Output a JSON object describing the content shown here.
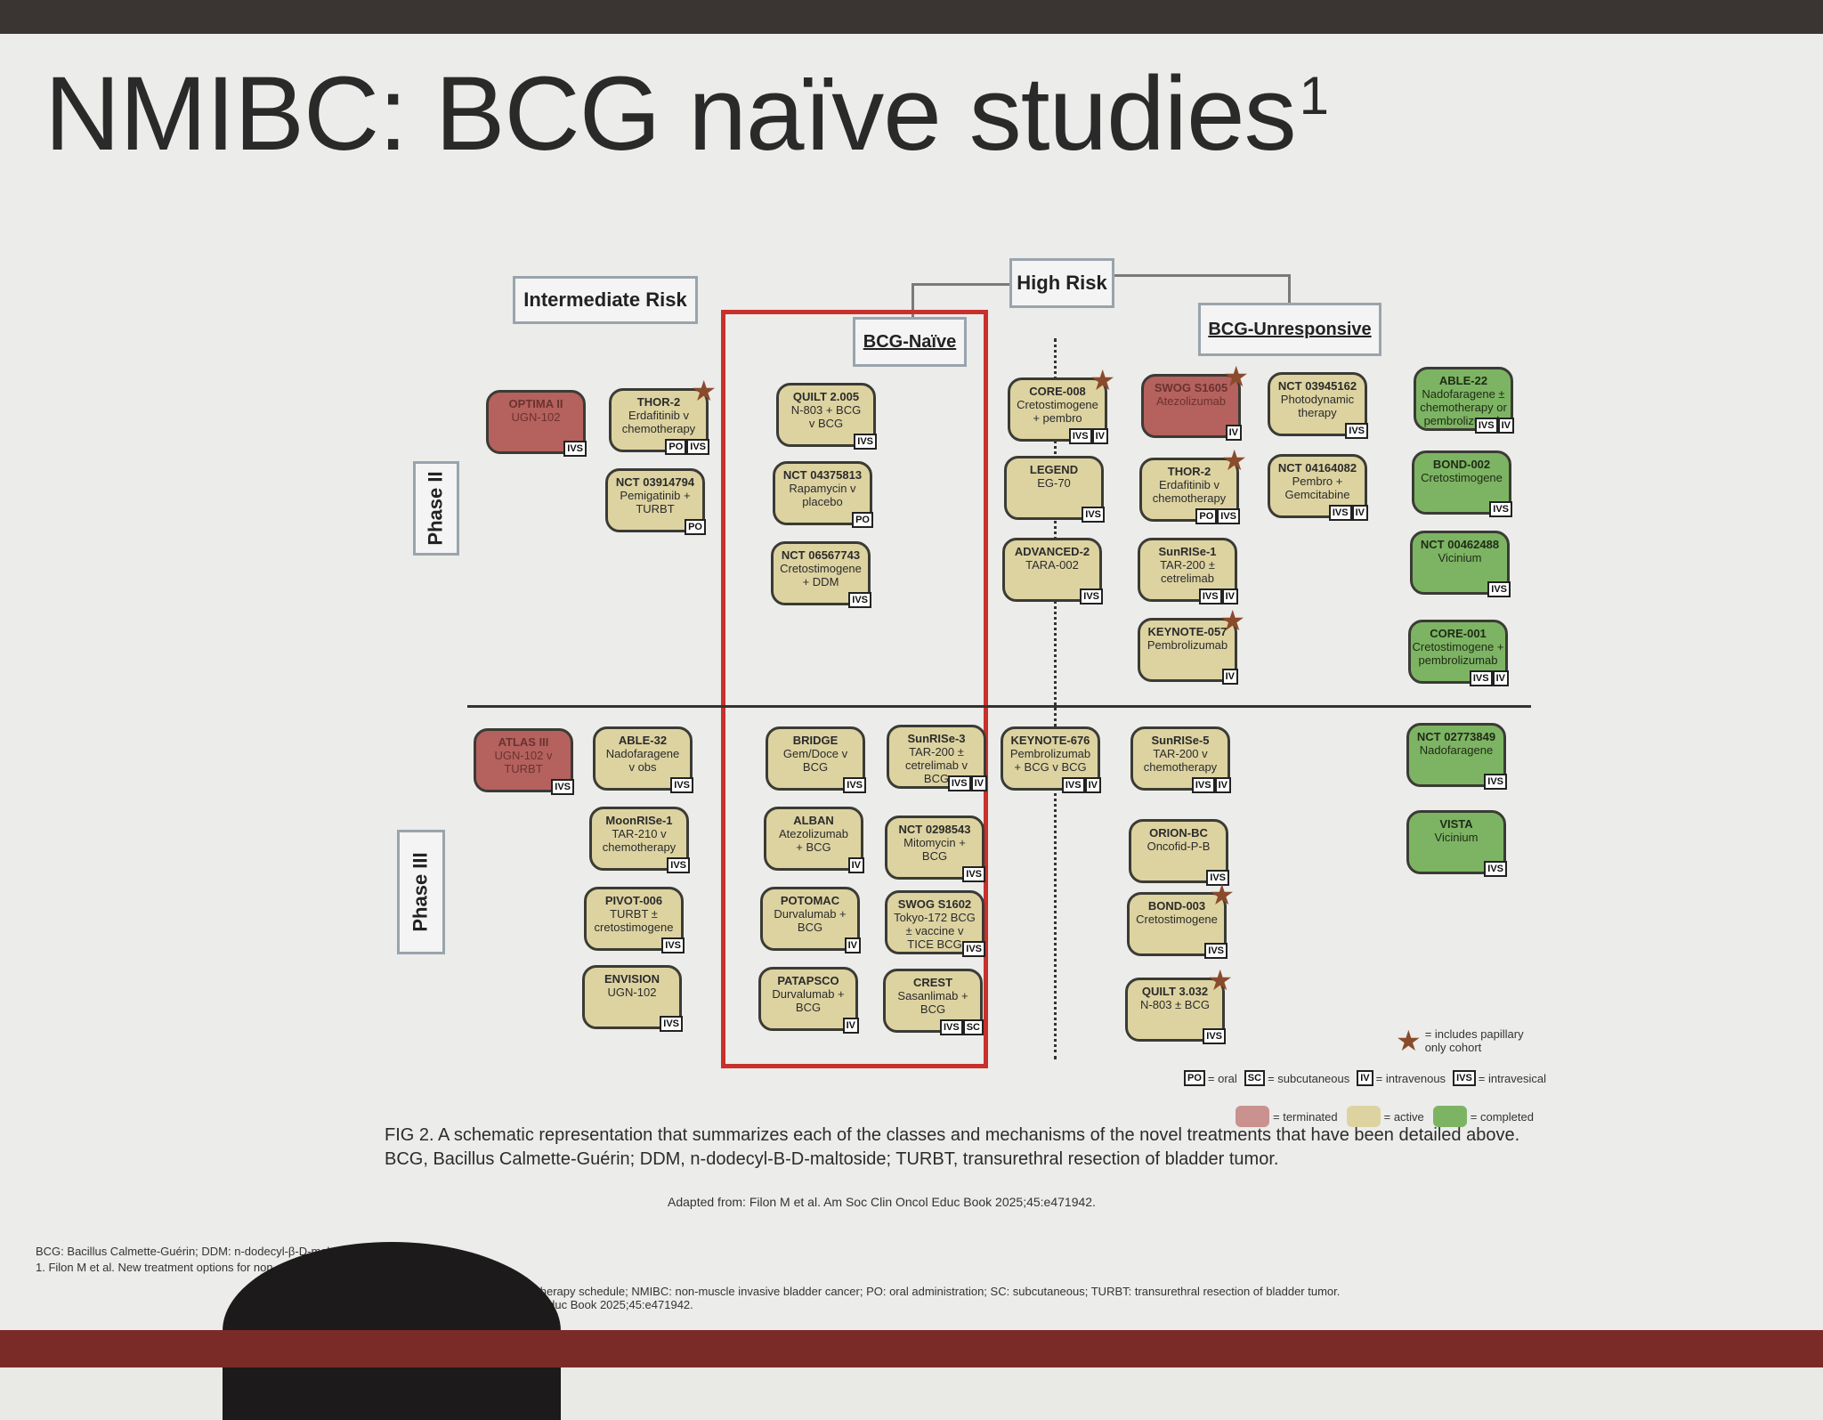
{
  "title": "NMIBC: BCG naïve studies",
  "title_ref": "1",
  "headers": {
    "intermediate": "Intermediate Risk",
    "high": "High Risk",
    "bcg_naive": "BCG-Naïve",
    "bcg_unresponsive": "BCG-Unresponsive",
    "phase2": "Phase II",
    "phase3": "Phase III"
  },
  "colors": {
    "terminated": "#b5615e",
    "active": "#ddd3a1",
    "completed": "#7db463",
    "frame": "#c8302b"
  },
  "boxes": [
    {
      "name": "OPTIMA II",
      "desc": "UGN-102",
      "status": "terminated",
      "tags": [
        "IVS"
      ],
      "star": false
    },
    {
      "name": "THOR-2",
      "desc": "Erdafitinib v\nchemotherapy",
      "status": "active",
      "tags": [
        "PO",
        "IVS"
      ],
      "star": true
    },
    {
      "name": "NCT 03914794",
      "desc": "Pemigatinib +\nTURBT",
      "status": "active",
      "tags": [
        "PO"
      ],
      "star": false
    },
    {
      "name": "QUILT 2.005",
      "desc": "N-803 + BCG\nv BCG",
      "status": "active",
      "tags": [
        "IVS"
      ],
      "star": false
    },
    {
      "name": "NCT 04375813",
      "desc": "Rapamycin v\nplacebo",
      "status": "active",
      "tags": [
        "PO"
      ],
      "star": false
    },
    {
      "name": "NCT 06567743",
      "desc": "Cretostimogene\n+ DDM",
      "status": "active",
      "tags": [
        "IVS"
      ],
      "star": false
    },
    {
      "name": "CORE-008",
      "desc": "Cretostimogene\n+ pembro",
      "status": "active",
      "tags": [
        "IVS",
        "IV"
      ],
      "star": true
    },
    {
      "name": "LEGEND",
      "desc": "EG-70",
      "status": "active",
      "tags": [
        "IVS"
      ],
      "star": false
    },
    {
      "name": "ADVANCED-2",
      "desc": "TARA-002",
      "status": "active",
      "tags": [
        "IVS"
      ],
      "star": false
    },
    {
      "name": "SWOG S1605",
      "desc": "Atezolizumab",
      "status": "terminated",
      "tags": [
        "IV"
      ],
      "star": true
    },
    {
      "name": "THOR-2",
      "desc": "Erdafitinib v\nchemotherapy",
      "status": "active",
      "tags": [
        "PO",
        "IVS"
      ],
      "star": true
    },
    {
      "name": "SunRISe-1",
      "desc": "TAR-200 ±\ncetrelimab",
      "status": "active",
      "tags": [
        "IVS",
        "IV"
      ],
      "star": false
    },
    {
      "name": "KEYNOTE-057",
      "desc": "Pembrolizumab",
      "status": "active",
      "tags": [
        "IV"
      ],
      "star": true
    },
    {
      "name": "NCT 03945162",
      "desc": "Photodynamic\ntherapy",
      "status": "active",
      "tags": [
        "IVS"
      ],
      "star": false
    },
    {
      "name": "NCT 04164082",
      "desc": "Pembro +\nGemcitabine",
      "status": "active",
      "tags": [
        "IVS",
        "IV"
      ],
      "star": false
    },
    {
      "name": "ABLE-22",
      "desc": "Nadofaragene ±\nchemotherapy or\npembrolizumab",
      "status": "completed",
      "tags": [
        "IVS",
        "IV"
      ],
      "star": false
    },
    {
      "name": "BOND-002",
      "desc": "Cretostimogene",
      "status": "completed",
      "tags": [
        "IVS"
      ],
      "star": false
    },
    {
      "name": "NCT 00462488",
      "desc": "Vicinium",
      "status": "completed",
      "tags": [
        "IVS"
      ],
      "star": false
    },
    {
      "name": "CORE-001",
      "desc": "Cretostimogene +\npembrolizumab",
      "status": "completed",
      "tags": [
        "IVS",
        "IV"
      ],
      "star": false
    },
    {
      "name": "ATLAS III",
      "desc": "UGN-102 v\nTURBT",
      "status": "terminated",
      "tags": [
        "IVS"
      ],
      "star": false
    },
    {
      "name": "ABLE-32",
      "desc": "Nadofaragene\nv obs",
      "status": "active",
      "tags": [
        "IVS"
      ],
      "star": false
    },
    {
      "name": "MoonRISe-1",
      "desc": "TAR-210 v\nchemotherapy",
      "status": "active",
      "tags": [
        "IVS"
      ],
      "star": false
    },
    {
      "name": "PIVOT-006",
      "desc": "TURBT ±\ncretostimogene",
      "status": "active",
      "tags": [
        "IVS"
      ],
      "star": false
    },
    {
      "name": "ENVISION",
      "desc": "UGN-102",
      "status": "active",
      "tags": [
        "IVS"
      ],
      "star": false
    },
    {
      "name": "BRIDGE",
      "desc": "Gem/Doce v\nBCG",
      "status": "active",
      "tags": [
        "IVS"
      ],
      "star": false
    },
    {
      "name": "ALBAN",
      "desc": "Atezolizumab\n+ BCG",
      "status": "active",
      "tags": [
        "IV"
      ],
      "star": false
    },
    {
      "name": "POTOMAC",
      "desc": "Durvalumab +\nBCG",
      "status": "active",
      "tags": [
        "IV"
      ],
      "star": false
    },
    {
      "name": "PATAPSCO",
      "desc": "Durvalumab +\nBCG",
      "status": "active",
      "tags": [
        "IV"
      ],
      "star": false
    },
    {
      "name": "SunRISe-3",
      "desc": "TAR-200 ±\ncetrelimab v\nBCG",
      "status": "active",
      "tags": [
        "IVS",
        "IV"
      ],
      "star": false
    },
    {
      "name": "NCT 0298543",
      "desc": "Mitomycin +\nBCG",
      "status": "active",
      "tags": [
        "IVS"
      ],
      "star": false
    },
    {
      "name": "SWOG S1602",
      "desc": "Tokyo-172 BCG\n± vaccine v\nTICE BCG",
      "status": "active",
      "tags": [
        "IVS"
      ],
      "star": false
    },
    {
      "name": "CREST",
      "desc": "Sasanlimab +\nBCG",
      "status": "active",
      "tags": [
        "IVS",
        "SC"
      ],
      "star": false
    },
    {
      "name": "KEYNOTE-676",
      "desc": "Pembrolizumab\n+ BCG v BCG",
      "status": "active",
      "tags": [
        "IVS",
        "IV"
      ],
      "star": false
    },
    {
      "name": "SunRISe-5",
      "desc": "TAR-200 v\nchemotherapy",
      "status": "active",
      "tags": [
        "IVS",
        "IV"
      ],
      "star": false
    },
    {
      "name": "ORION-BC",
      "desc": "Oncofid-P-B",
      "status": "active",
      "tags": [
        "IVS"
      ],
      "star": false
    },
    {
      "name": "BOND-003",
      "desc": "Cretostimogene",
      "status": "active",
      "tags": [
        "IVS"
      ],
      "star": true
    },
    {
      "name": "QUILT 3.032",
      "desc": "N-803 ± BCG",
      "status": "active",
      "tags": [
        "IVS"
      ],
      "star": true
    },
    {
      "name": "NCT 02773849",
      "desc": "Nadofaragene",
      "status": "completed",
      "tags": [
        "IVS"
      ],
      "star": false
    },
    {
      "name": "VISTA",
      "desc": "Vicinium",
      "status": "completed",
      "tags": [
        "IVS"
      ],
      "star": false
    }
  ],
  "legend": {
    "star": "= includes papillary only cohort",
    "po": "PO",
    "po_text": "= oral",
    "sc": "SC",
    "sc_text": "= subcutaneous",
    "iv": "IV",
    "iv_text": "= intravenous",
    "ivs": "IVS",
    "ivs_text": "= intravesical",
    "terminated": "= terminated",
    "active": "= active",
    "completed": "= completed"
  },
  "caption": {
    "line1": "FIG 2. A schematic representation that summarizes each of the classes and mechanisms of the novel treatments that have been detailed above.",
    "line2": "BCG, Bacillus Calmette-Guérin; DDM, n-dodecyl-B-D-maltoside; TURBT, transurethral resection of bladder tumor.",
    "adapted": "Adapted from: Filon M et al. Am Soc Clin Oncol Educ Book 2025;45:e471942."
  },
  "footnotes": {
    "line1": "BCG: Bacillus Calmette-Guérin; DDM: n-dodecyl-β-D-malto",
    "line2": "1. Filon M et al. New treatment options for non-m",
    "line3": "ical therapy schedule; NMIBC: non-muscle invasive bladder cancer; PO: oral administration; SC: subcutaneous; TURBT: transurethral resection of bladder tumor.",
    "line4": "ncol Educ Book 2025;45:e471942."
  }
}
